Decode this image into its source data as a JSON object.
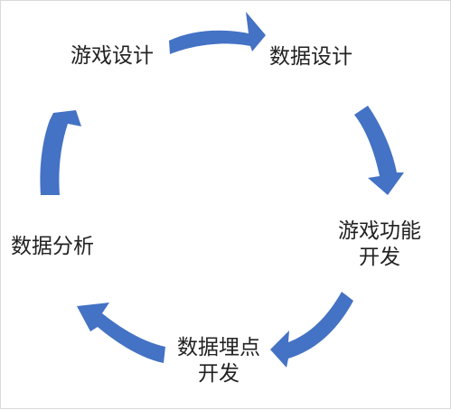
{
  "diagram": {
    "type": "cycle",
    "arrow_color": "#4472c4",
    "nodes": [
      {
        "id": "game_design",
        "lines": [
          "游戏设计"
        ]
      },
      {
        "id": "data_design",
        "lines": [
          "数据设计"
        ]
      },
      {
        "id": "feature_dev",
        "lines": [
          "游戏功能",
          "开发"
        ]
      },
      {
        "id": "tracking_dev",
        "lines": [
          "数据埋点",
          "开发"
        ]
      },
      {
        "id": "data_analysis",
        "lines": [
          "数据分析"
        ]
      }
    ],
    "edges": [
      {
        "from": "game_design",
        "to": "data_design"
      },
      {
        "from": "data_design",
        "to": "feature_dev"
      },
      {
        "from": "feature_dev",
        "to": "tracking_dev"
      },
      {
        "from": "tracking_dev",
        "to": "data_analysis"
      },
      {
        "from": "data_analysis",
        "to": "game_design"
      }
    ]
  }
}
